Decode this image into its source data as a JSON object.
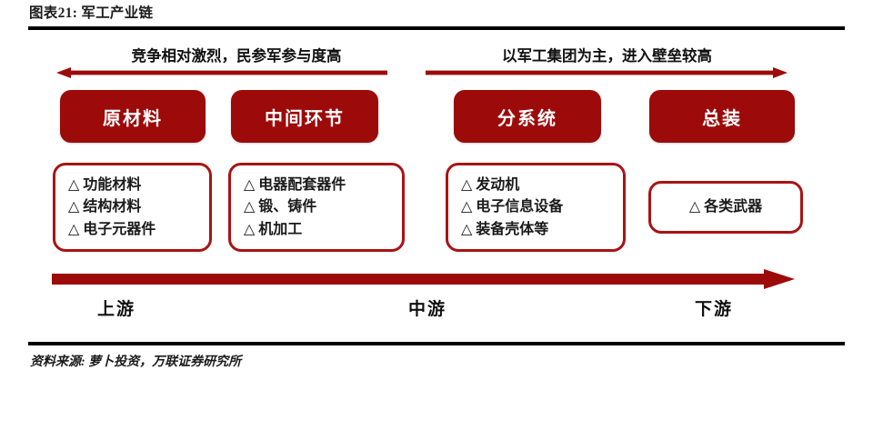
{
  "figure": {
    "caption": "图表21: 军工产业链",
    "source": "资料来源: 萝卜投资，万联证券研究所"
  },
  "colors": {
    "stage_fill": "#9C0A0A",
    "detail_border": "#A81414",
    "arrow": "#9C0A0A",
    "rule": "#000000"
  },
  "bands": [
    {
      "label": "竞争相对激烈，民参军参与度高",
      "arrow_direction": "left"
    },
    {
      "label": "以军工集团为主，进入壁垒较高",
      "arrow_direction": "right"
    }
  ],
  "stages": [
    {
      "label": "原材料"
    },
    {
      "label": "中间环节"
    },
    {
      "label": "分系统"
    },
    {
      "label": "总装"
    }
  ],
  "details": [
    {
      "items": [
        "△ 功能材料",
        "△ 结构材料",
        "△ 电子元器件"
      ]
    },
    {
      "items": [
        "△ 电器配套器件",
        "△ 锻、铸件",
        "△ 机加工"
      ]
    },
    {
      "items": [
        "△ 发动机",
        "△ 电子信息设备",
        "△ 装备壳体等"
      ]
    },
    {
      "items": [
        "△ 各类武器"
      ]
    }
  ],
  "axis": {
    "direction": "right",
    "labels": [
      "上游",
      "中游",
      "下游"
    ]
  }
}
